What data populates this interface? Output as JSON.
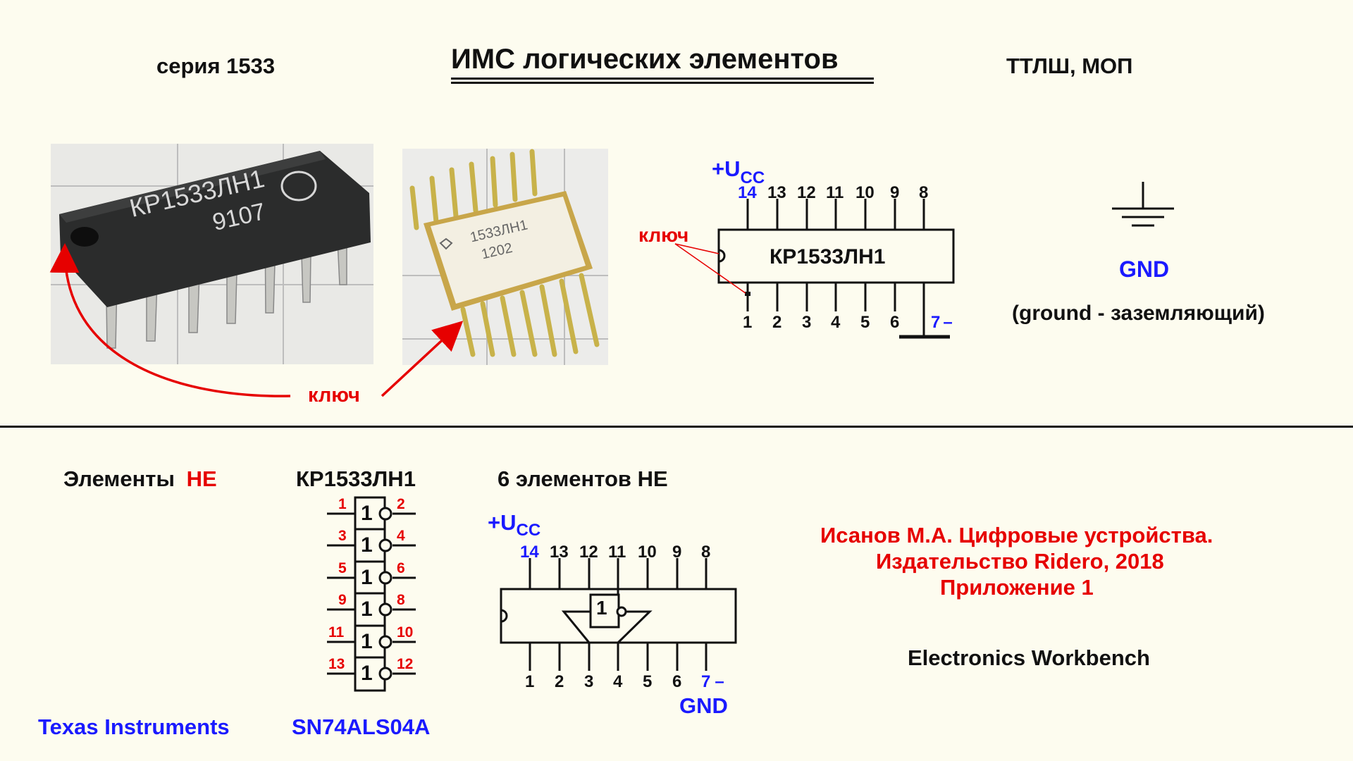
{
  "header": {
    "series": "серия 1533",
    "title": "ИМС логических элементов",
    "tech": "ТТЛШ, МОП"
  },
  "photos": {
    "dip_marking_line1": "КР1533ЛН1",
    "dip_marking_line2": "9107",
    "flat_marking_line1": "1533ЛН1",
    "flat_marking_line2": "1202",
    "key_label": "ключ"
  },
  "chip_top": {
    "ucc_prefix": "+U",
    "ucc_sub": "CC",
    "key_label": "ключ",
    "name": "КР1533ЛН1",
    "top_pins": [
      "14",
      "13",
      "12",
      "11",
      "10",
      "9",
      "8"
    ],
    "bottom_pins": [
      "1",
      "2",
      "3",
      "4",
      "5",
      "6",
      "7"
    ],
    "gnd_sign": "–"
  },
  "ground": {
    "label": "GND",
    "description": "(ground - заземляющий)"
  },
  "bottom": {
    "elements_prefix": "Элементы",
    "elements_ne": "НЕ",
    "chip_name": "КР1533ЛН1",
    "six_elements": "6 элементов НЕ",
    "gate_symbol": "1",
    "gate_inputs": [
      "1",
      "3",
      "5",
      "9",
      "11",
      "13"
    ],
    "gate_outputs": [
      "2",
      "4",
      "6",
      "8",
      "10",
      "12"
    ],
    "manufacturer": "Texas Instruments",
    "part_number": "SN74ALS04A"
  },
  "chip_bottom": {
    "ucc_prefix": "+U",
    "ucc_sub": "CC",
    "top_pins": [
      "14",
      "13",
      "12",
      "11",
      "10",
      "9",
      "8"
    ],
    "bottom_pins": [
      "1",
      "2",
      "3",
      "4",
      "5",
      "6",
      "7"
    ],
    "gnd_sign": "–",
    "gnd_label": "GND",
    "gate_symbol": "1"
  },
  "reference": {
    "line1": "Исанов М.А. Цифровые устройства.",
    "line2": "Издательство Ridero, 2018",
    "line3": "Приложение 1",
    "software": "Electronics Workbench"
  },
  "colors": {
    "background": "#fdfcef",
    "accent_red": "#e60000",
    "accent_blue": "#1a1aff"
  }
}
